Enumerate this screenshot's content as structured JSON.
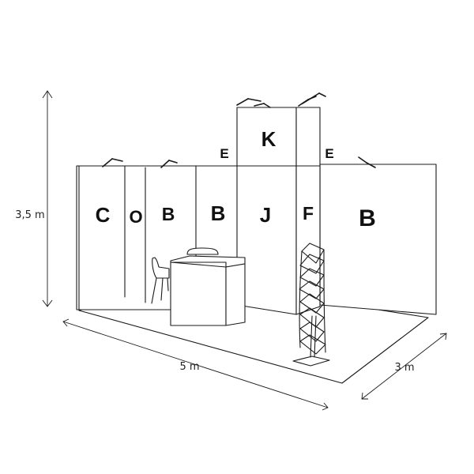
{
  "panels": {
    "c": "C",
    "o": "O",
    "b1": "B",
    "b2": "B",
    "j": "J",
    "f": "F",
    "b3": "B",
    "k": "K",
    "e_left": "E",
    "e_right": "E"
  },
  "dimensions": {
    "height": "3,5 m",
    "width": "5 m",
    "depth": "3 m"
  },
  "colors": {
    "line": "#1a1a1a",
    "background": "#ffffff"
  }
}
